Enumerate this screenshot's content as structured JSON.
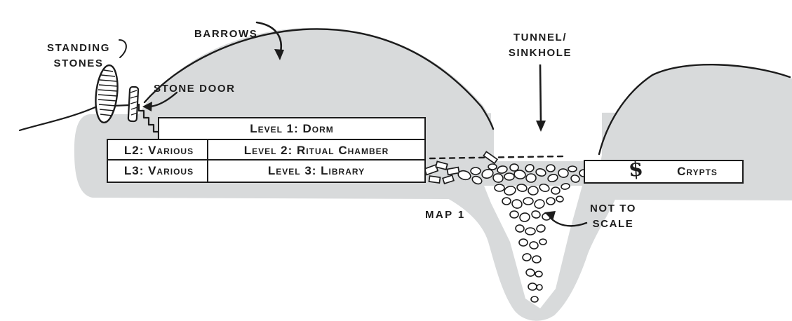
{
  "title": "Barrow cross-section map",
  "labels": {
    "standing_stones": "STANDING\nSTONES",
    "barrows": "BARROWS",
    "tunnel_sinkhole": "TUNNEL/\nSINKHOLE",
    "stone_door": "STONE DOOR",
    "map": "MAP 1",
    "not_to_scale": "NOT TO\nSCALE",
    "treasure": "$"
  },
  "levels": {
    "level1": "Level 1: Dorm",
    "l2": "L2: Various",
    "level2": "Level 2: Ritual Chamber",
    "l3": "L3: Various",
    "level3": "Level 3: Library",
    "crypts": "Crypts"
  },
  "colors": {
    "mound": "#d8dadb",
    "ink": "#1c1c1c",
    "paper": "#ffffff"
  }
}
